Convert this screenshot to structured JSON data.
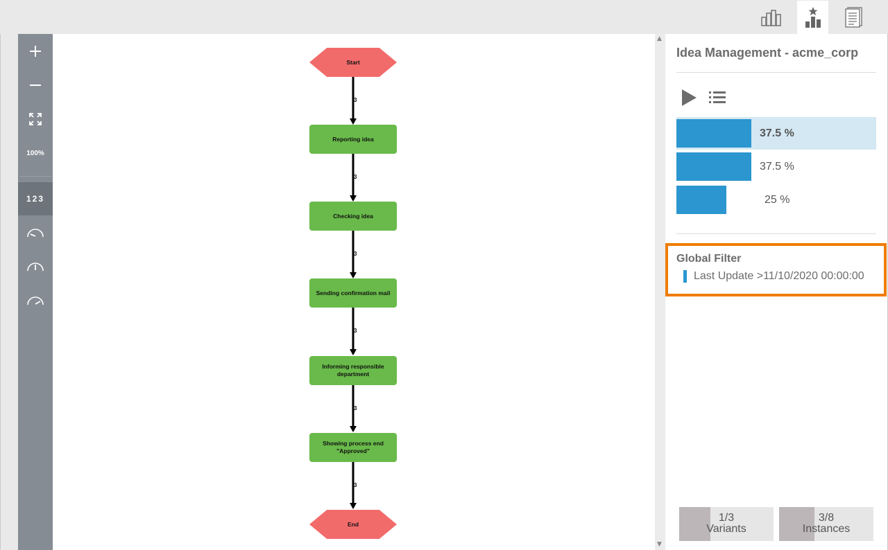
{
  "header": {
    "tabs": [
      {
        "icon": "bar-chart-icon",
        "active": false
      },
      {
        "icon": "starred-chart-icon",
        "active": true
      },
      {
        "icon": "document-icon",
        "active": false
      }
    ]
  },
  "toolbar": {
    "zoom_in_icon": "plus-icon",
    "zoom_out_icon": "minus-icon",
    "fit_icon": "fit-screen-icon",
    "zoom_level": "100%",
    "numbers_label": "123",
    "speed_icons": [
      "speedometer-low-icon",
      "speedometer-mid-icon",
      "speedometer-high-icon"
    ]
  },
  "process": {
    "start": "Start",
    "end": "End",
    "steps": [
      "Reporting idea",
      "Checking idea",
      "Sending confirmation mail",
      "Informing responsible department",
      "Showing process end \"Approved\""
    ],
    "edge_counts": [
      "3",
      "3",
      "3",
      "3",
      "3",
      "3"
    ]
  },
  "panel": {
    "title": "Idea Management - acme_corp",
    "play_icon": "play-icon",
    "list_icon": "list-icon",
    "variants": [
      {
        "label": "37.5 %",
        "share": 0.375,
        "selected": true
      },
      {
        "label": "37.5 %",
        "share": 0.375,
        "selected": false
      },
      {
        "label": "25 %",
        "share": 0.25,
        "selected": false
      }
    ],
    "filter": {
      "title": "Global Filter",
      "item": "Last Update >11/10/2020 00:00:00"
    },
    "stats": [
      {
        "value": "1/3",
        "label": "Variants",
        "share": 0.333
      },
      {
        "value": "3/8",
        "label": "Instances",
        "share": 0.375
      }
    ]
  },
  "colors": {
    "activity": "#69ba4a",
    "event": "#f26b6b",
    "accent": "#2b96cf",
    "highlight": "#ef7d00",
    "toolbar": "#858c94"
  }
}
